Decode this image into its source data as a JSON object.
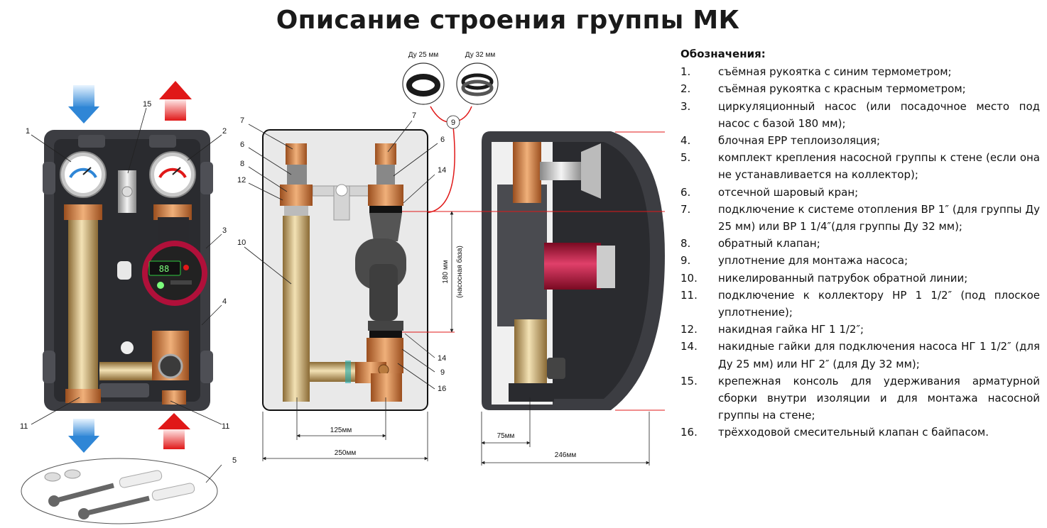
{
  "title": "Описание строения группы МК",
  "legend": {
    "title": "Обозначения:",
    "items": [
      {
        "num": "1.",
        "text": "съёмная рукоятка с синим термометром;"
      },
      {
        "num": "2.",
        "text": "съёмная рукоятка с красным термометром;"
      },
      {
        "num": "3.",
        "text": "циркуляционный насос (или посадочное место под насос с базой 180 мм);"
      },
      {
        "num": "4.",
        "text": "блочная EPP теплоизоляция;"
      },
      {
        "num": "5.",
        "text": "комплект крепления насосной группы к стене (если она не устанавливается на коллектор);"
      },
      {
        "num": "6.",
        "text": "отсечной шаровый кран;"
      },
      {
        "num": "7.",
        "text": "подключение к системе отопления ВР 1″ (для группы Ду 25 мм) или ВР 1 1/4″(для группы Ду 32 мм);"
      },
      {
        "num": "8.",
        "text": "обратный клапан;"
      },
      {
        "num": "9.",
        "text": "уплотнение для монтажа насоса;"
      },
      {
        "num": "10.",
        "text": "никелированный патрубок обратной линии;"
      },
      {
        "num": "11.",
        "text": "подключение к коллектору НР 1 1/2″ (под плоское уплотнение);"
      },
      {
        "num": "12.",
        "text": "накидная гайка НГ 1 1/2″;"
      },
      {
        "num": "14.",
        "text": "накидные гайки для подключения насоса НГ 1 1/2″ (для Ду 25 мм) или НГ 2″ (для Ду 32 мм);"
      },
      {
        "num": "15.",
        "text": "крепежная консоль для удерживания арматурной сборки внутри изоляции и для монтажа насосной группы на стене;"
      },
      {
        "num": "16.",
        "text": "трёхходовой смесительный клапан с байпасом."
      }
    ]
  },
  "seals": {
    "du25": "Ду 25 мм",
    "du32": "Ду 32 мм"
  },
  "callouts": {
    "c1": "1",
    "c2": "2",
    "c3": "3",
    "c4": "4",
    "c5": "5",
    "c6": "6",
    "c7": "7",
    "c8": "8",
    "c9": "9",
    "c10": "10",
    "c11": "11",
    "c12": "12",
    "c14": "14",
    "c15": "15",
    "c16": "16"
  },
  "dimensions": {
    "d125": "125мм",
    "d250": "250мм",
    "d180a": "180 мм",
    "d180b": "(насосная база)",
    "d75": "75мм",
    "d246": "246мм"
  },
  "colors": {
    "blue_arrow": "#3a8fd8",
    "red_arrow": "#e02020",
    "insulation": "#3c3d42",
    "pump_red": "#b0103a",
    "brass": "#c98a3a"
  }
}
